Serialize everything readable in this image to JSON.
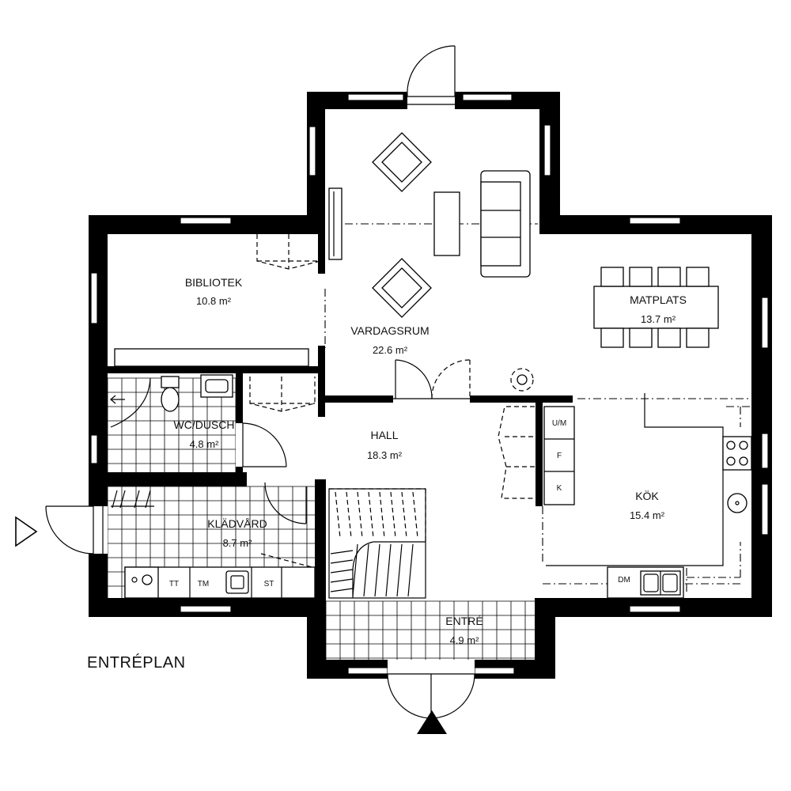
{
  "plan": {
    "title": "ENTRÉPLAN",
    "rooms": [
      {
        "id": "bibliotek",
        "name": "BIBLIOTEK",
        "area": "10.8 m²"
      },
      {
        "id": "vardagsrum",
        "name": "VARDAGSRUM",
        "area": "22.6 m²"
      },
      {
        "id": "matplats",
        "name": "MATPLATS",
        "area": "13.7 m²"
      },
      {
        "id": "wc-dusch",
        "name": "WC/DUSCH",
        "area": "4.8 m²"
      },
      {
        "id": "hall",
        "name": "HALL",
        "area": "18.3 m²"
      },
      {
        "id": "kok",
        "name": "KÖK",
        "area": "15.4 m²"
      },
      {
        "id": "kladvard",
        "name": "KLÄDVÅRD",
        "area": "8.7 m²"
      },
      {
        "id": "entre",
        "name": "ENTRÉ",
        "area": "4.9 m²"
      }
    ],
    "appliances": {
      "um": "U/M",
      "f": "F",
      "k": "K",
      "tt": "TT",
      "tm": "TM",
      "st": "ST",
      "dm": "DM"
    }
  }
}
